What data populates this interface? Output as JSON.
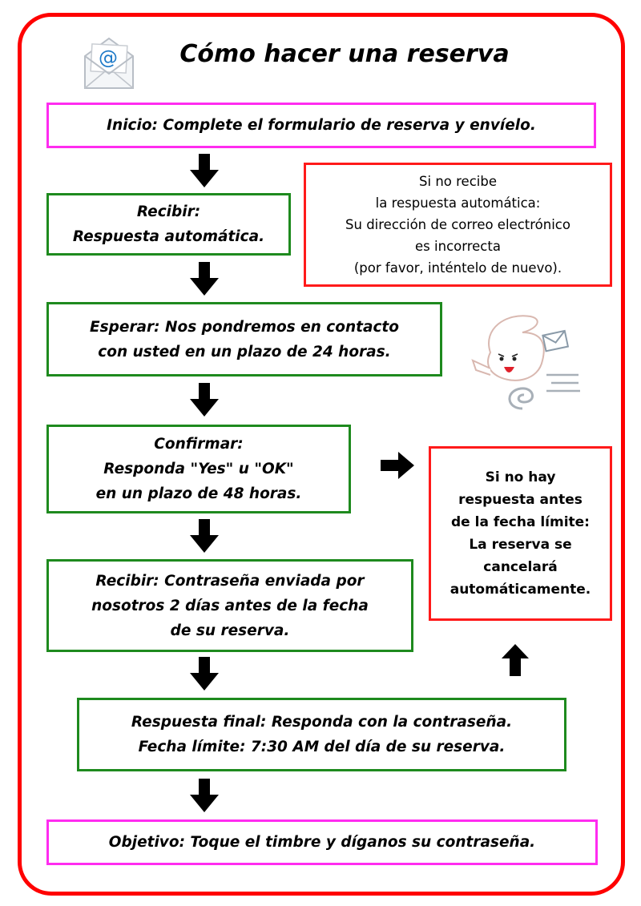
{
  "title": "Cómo hacer una reserva",
  "icons": {
    "envelope": "email-envelope-icon",
    "rabbit": "rabbit-messenger-illustration"
  },
  "colors": {
    "frame": "#ff0000",
    "start_end_border": "#ff2cf0",
    "step_border": "#1e8a1e",
    "note_border": "#ff1a1a"
  },
  "start": "Inicio: Complete el formulario de reserva y envíelo.",
  "steps": [
    {
      "lines": [
        "Recibir:",
        "Respuesta automática."
      ]
    },
    {
      "lines": [
        "Esperar: Nos pondremos en contacto",
        "con usted en un plazo de 24 horas."
      ]
    },
    {
      "lines": [
        "Confirmar:",
        "Responda \"Yes\" u \"OK\"",
        "en un plazo de 48 horas."
      ]
    },
    {
      "lines": [
        "Recibir: Contraseña enviada por",
        "nosotros 2 días antes de la fecha",
        "de su reserva."
      ]
    },
    {
      "lines": [
        "Respuesta final: Responda con la contraseña.",
        "Fecha límite: 7:30 AM del día de su reserva."
      ]
    }
  ],
  "goal": "Objetivo: Toque el timbre y díganos su contraseña.",
  "notes": [
    {
      "lines": [
        "Si no recibe",
        "la respuesta automática:",
        "Su dirección de correo electrónico",
        "es incorrecta",
        "(por favor, inténtelo de nuevo)."
      ]
    },
    {
      "lines": [
        "Si no hay",
        "respuesta antes",
        "de la fecha límite:",
        "La reserva se",
        "cancelará",
        "automáticamente."
      ]
    }
  ]
}
